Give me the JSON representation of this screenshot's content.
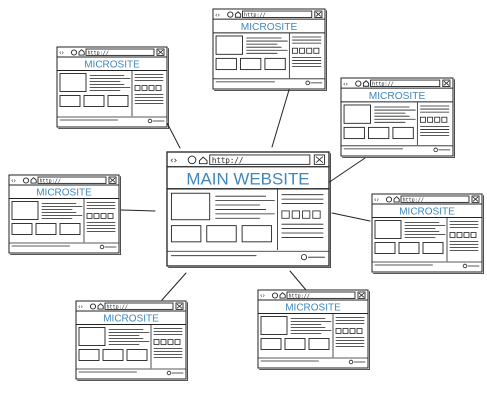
{
  "colors": {
    "title": "#3f86bd",
    "ink": "#222222",
    "paper": "#ffffff"
  },
  "main": {
    "title": "MAIN WEBSITE",
    "url": "http://"
  },
  "microsites": [
    {
      "title": "MICROSITE",
      "url": "http://"
    },
    {
      "title": "MICROSITE",
      "url": "http://"
    },
    {
      "title": "MICROSITE",
      "url": "http://"
    },
    {
      "title": "MICROSITE",
      "url": "http://"
    },
    {
      "title": "MICROSITE",
      "url": "http://"
    },
    {
      "title": "MICROSITE",
      "url": "http://"
    },
    {
      "title": "MICROSITE",
      "url": "http://"
    }
  ]
}
